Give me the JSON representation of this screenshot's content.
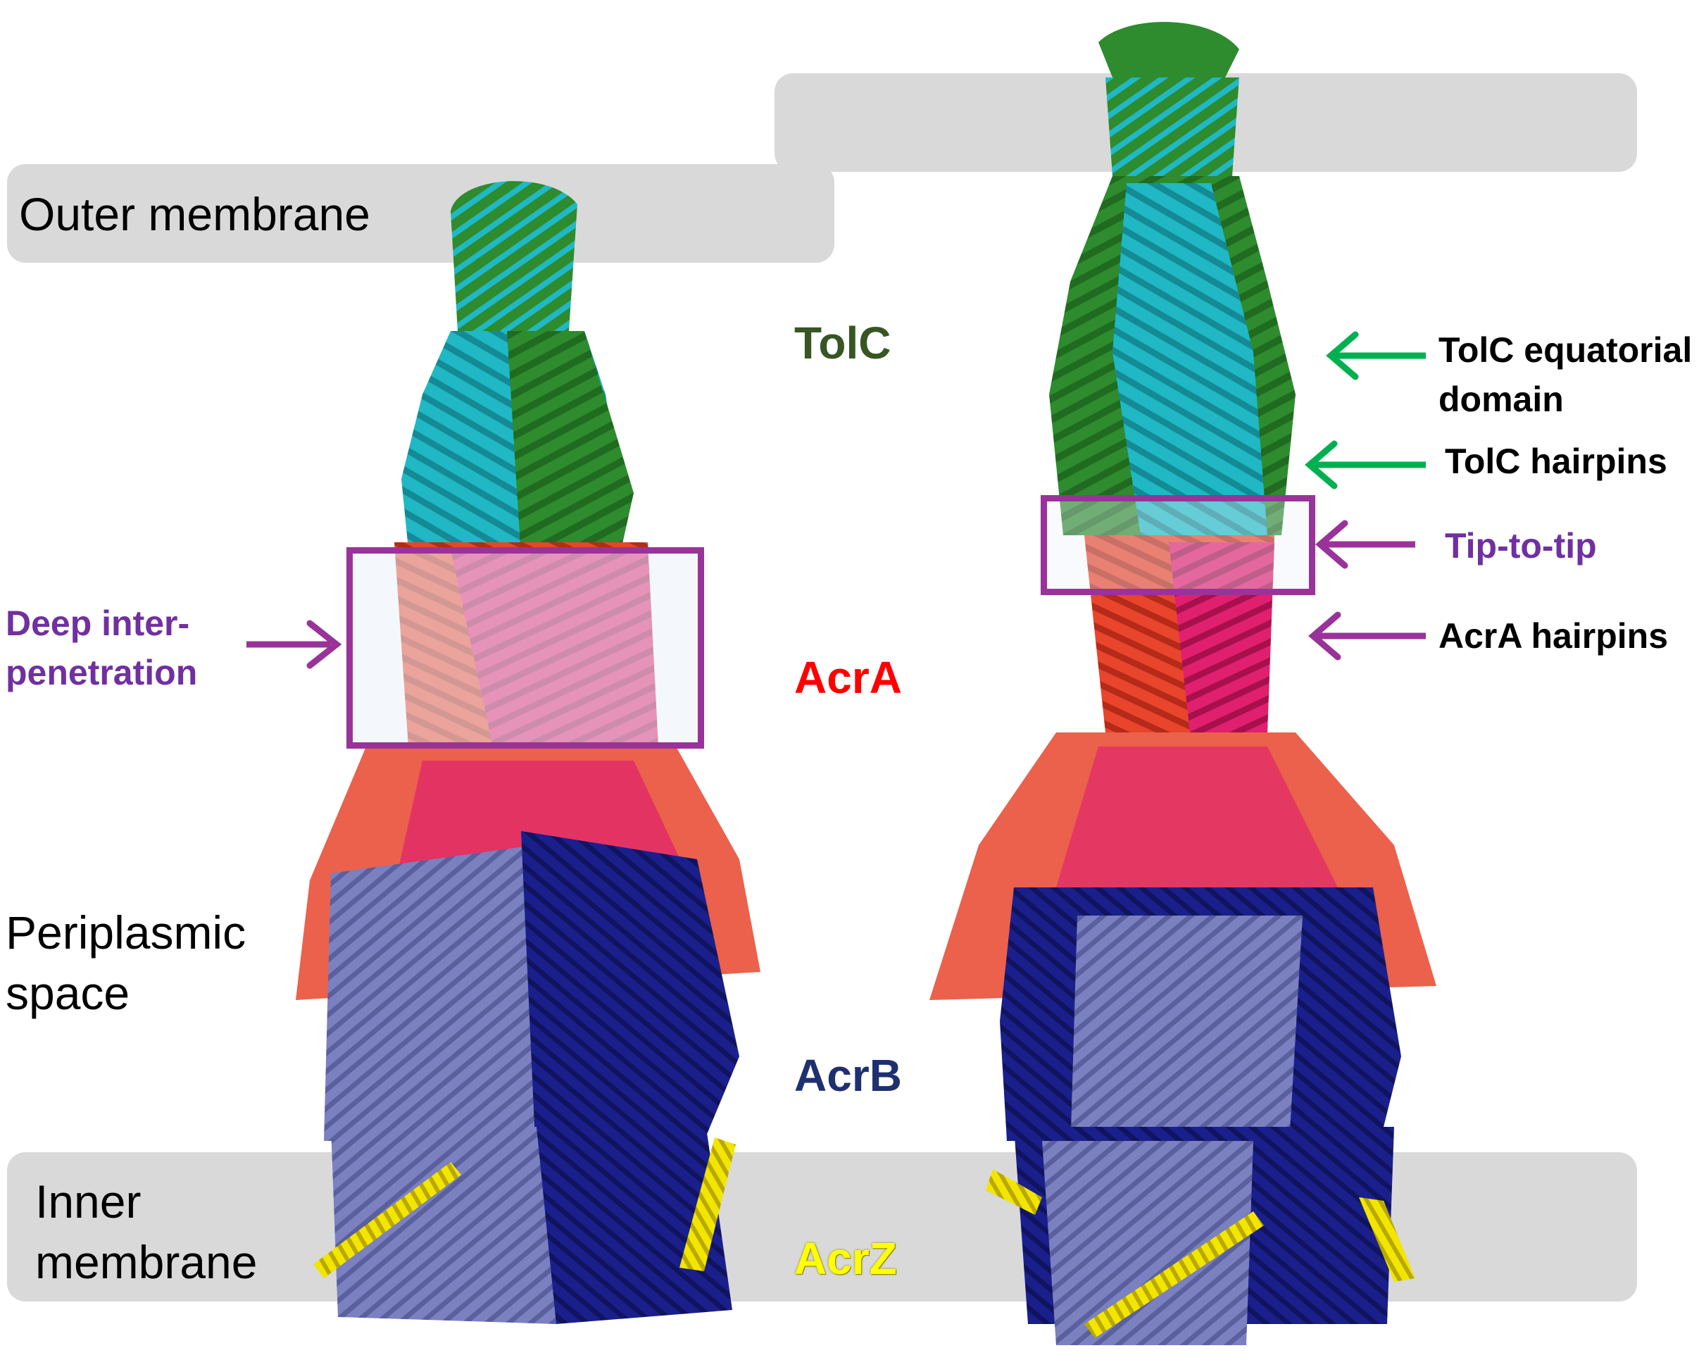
{
  "regions": {
    "outer_membrane": "Outer membrane",
    "periplasmic": [
      "Periplasmic",
      "space"
    ],
    "inner_membrane": [
      "Inner",
      "membrane"
    ]
  },
  "proteins": {
    "tolc": {
      "label": "TolC",
      "color": "#375623"
    },
    "acra": {
      "label": "AcrA",
      "color": "#ff0000"
    },
    "acrb": {
      "label": "AcrB",
      "color": "#1f3070"
    },
    "acrz": {
      "label": "AcrZ",
      "color": "#ffff00"
    }
  },
  "annotations": {
    "deep": {
      "lines": [
        "Deep inter-",
        "penetration"
      ],
      "color": "#7030a0",
      "arrow": "purple-arrow"
    },
    "tolc_equatorial": {
      "lines": [
        "TolC equatorial",
        "domain"
      ],
      "color": "#000000",
      "arrow": "green-arrow"
    },
    "tolc_hairpins": {
      "text": "TolC hairpins",
      "color": "#000000",
      "arrow": "green-arrow"
    },
    "tip_to_tip": {
      "text": "Tip-to-tip",
      "color": "#7030a0",
      "arrow": "purple-arrow"
    },
    "acra_hairpins": {
      "text": "AcrA hairpins",
      "color": "#000000",
      "arrow": "purple-arrow"
    }
  },
  "colors": {
    "membrane": "#d9d9d9",
    "tolc_green": "#2e8b2e",
    "tolc_cyan": "#1fb8c4",
    "acra_red": "#e8452c",
    "acra_pink": "#e0206e",
    "acrb_navy": "#1a1f8c",
    "acrb_lavender": "#7b80c0",
    "acrz_yellow": "#f2e600",
    "box_purple": "#993399",
    "arrow_green": "#00b050",
    "arrow_purple": "#993399"
  }
}
